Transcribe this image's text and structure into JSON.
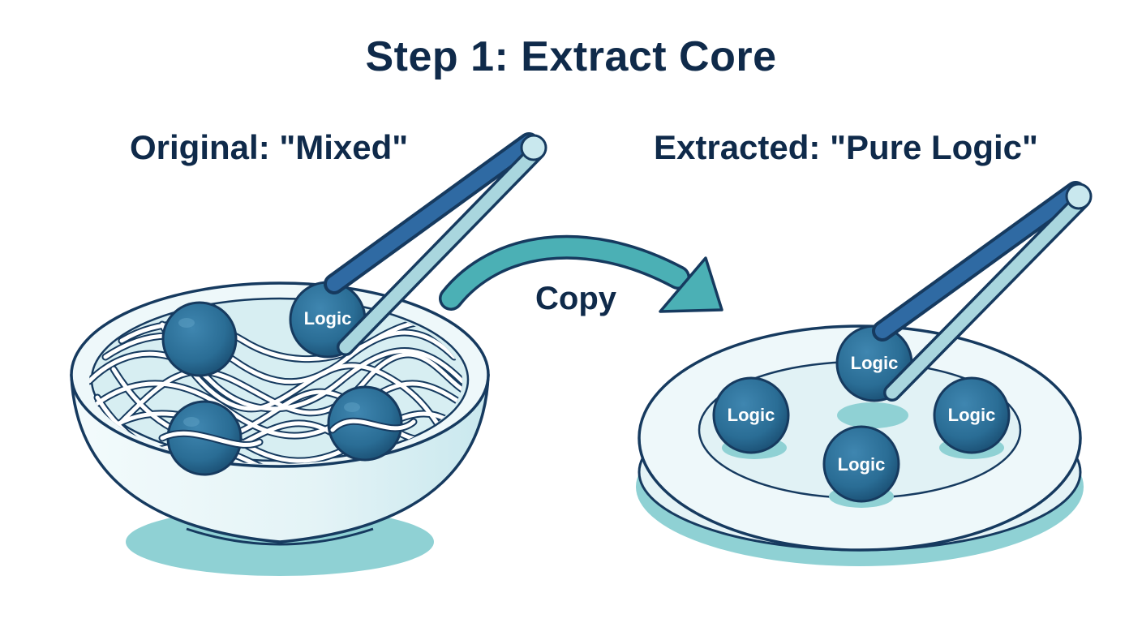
{
  "title": "Step 1: Extract Core",
  "left_panel": {
    "label": "Original: \"Mixed\""
  },
  "right_panel": {
    "label": "Extracted: \"Pure Logic\""
  },
  "arrow": {
    "label": "Copy"
  },
  "ball_label": "Logic",
  "colors": {
    "outline": "#163a5f",
    "ball": "#2a6d95",
    "ball_dark": "#1c4f72",
    "bowl": "#e8f5f7",
    "bowl_shadow": "#8fd1d4",
    "tongs_light": "#a9d6de",
    "tongs_dark": "#2f6aa3",
    "arrow": "#4bb0b5",
    "text": "#0f2a4a"
  }
}
